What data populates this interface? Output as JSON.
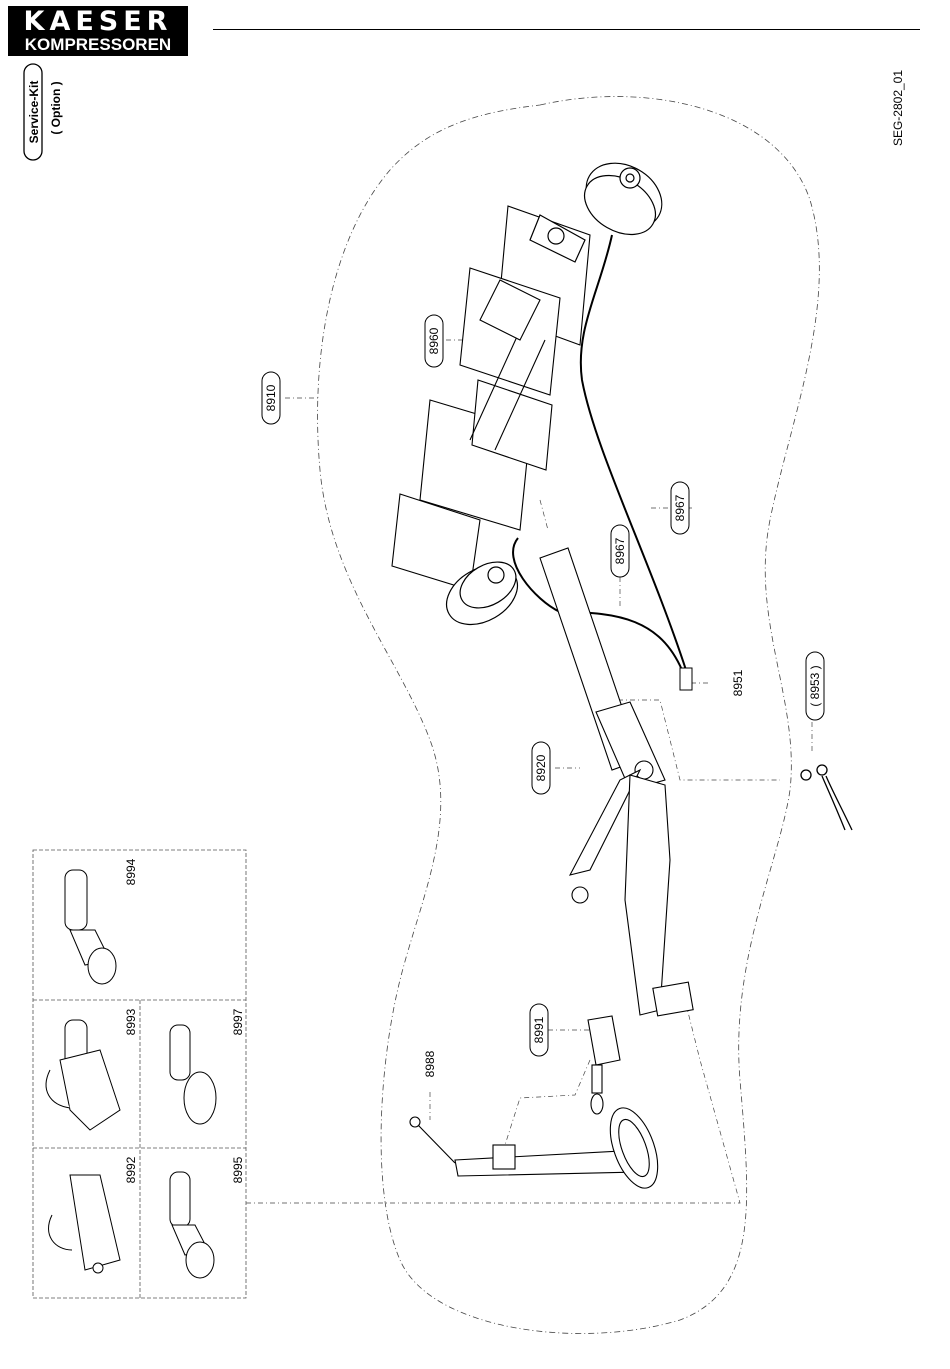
{
  "logo": {
    "line1": "KAESER",
    "line2": "KOMPRESSOREN"
  },
  "service_kit": {
    "title": "Service-Kit",
    "subtitle": "( Option )"
  },
  "drawing_code": "SEG-2802_01",
  "labels": {
    "p8910": "8910",
    "p8960": "8960",
    "p8967a": "8967",
    "p8967b": "8967",
    "p8951": "8951",
    "p8953": "( 8953 )",
    "p8920": "8920",
    "p8991": "8991",
    "p8988": "8988",
    "p8994": "8994",
    "p8993": "8993",
    "p8997": "8997",
    "p8992": "8992",
    "p8995": "8995"
  }
}
